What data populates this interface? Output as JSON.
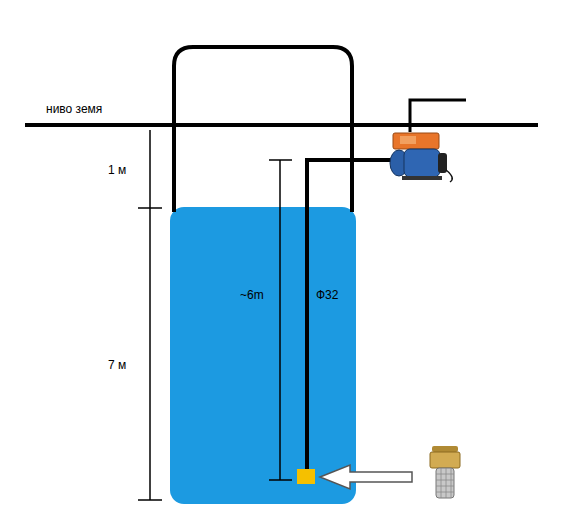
{
  "diagram": {
    "labels": [
      "ниво земя",
      "1 м",
      "~6m",
      "Ф32",
      "7 м"
    ]
  }
}
